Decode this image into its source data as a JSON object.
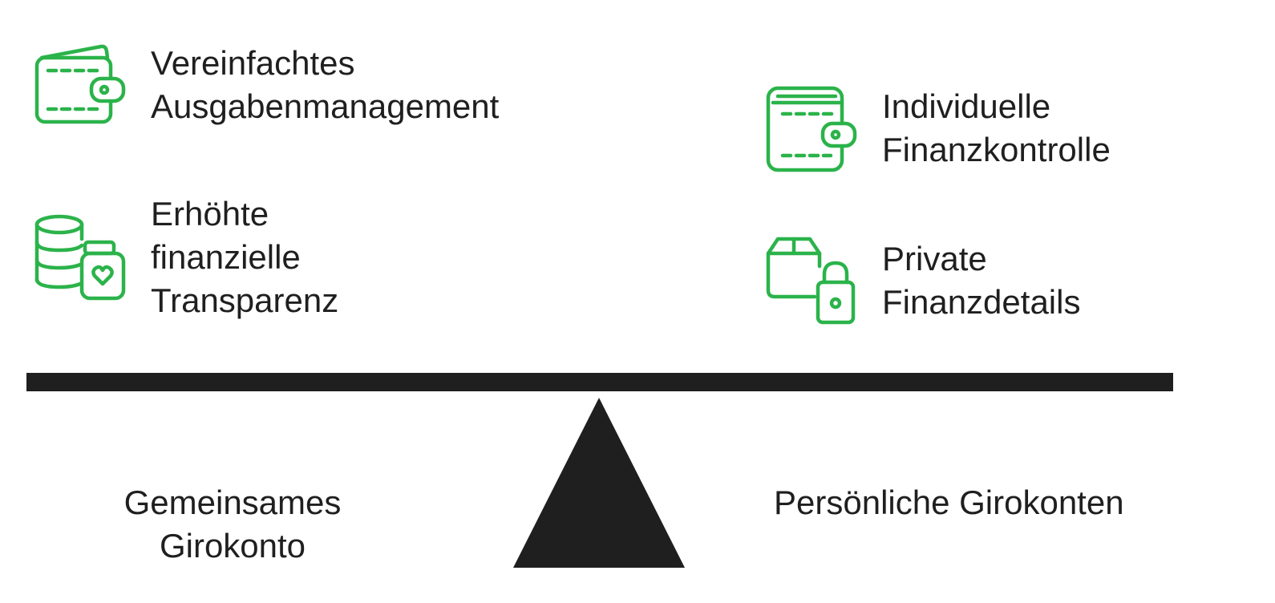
{
  "colors": {
    "icon_green": "#2bb34a",
    "beam": "#1f1f1f",
    "text": "#1f1f1f"
  },
  "left_items": [
    {
      "icon": "wallet-icon",
      "label": "Vereinfachtes\nAusgabenmanagement"
    },
    {
      "icon": "coins-savings-icon",
      "label": "Erhöhte\nfinanzielle\nTransparenz"
    }
  ],
  "right_items": [
    {
      "icon": "wallet-cards-icon",
      "label": "Individuelle\nFinanzkontrolle"
    },
    {
      "icon": "locked-box-icon",
      "label": "Private\nFinanzdetails"
    }
  ],
  "sides": {
    "left": "Gemeinsames\nGirokonto",
    "right": "Persönliche Girokonten"
  }
}
